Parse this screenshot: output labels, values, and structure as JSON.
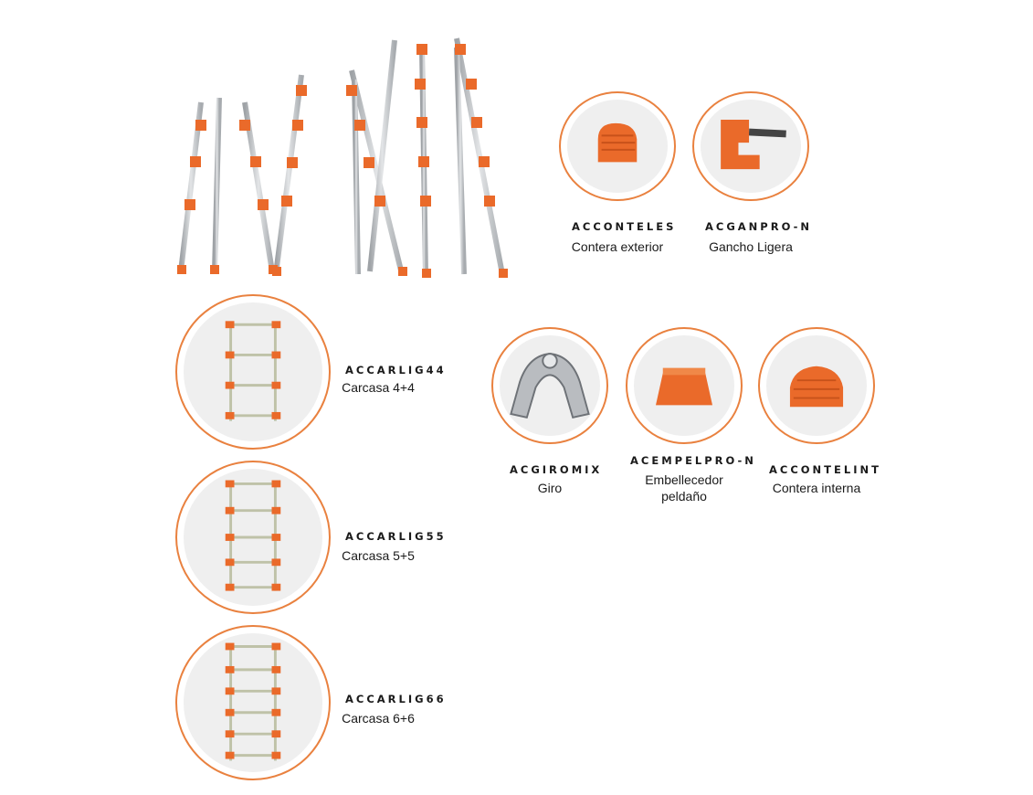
{
  "colors": {
    "accent": "#e9813f",
    "orange_part": "#ea6a2a",
    "aluminium": "#c9cbcd"
  },
  "hero": {
    "image": "three-telescopic-ladders"
  },
  "accessories": [
    {
      "code": "ACCONTELES",
      "name": "Contera exterior",
      "icon": "outer-foot-cap"
    },
    {
      "code": "ACGANPRO-N",
      "name": "Gancho Ligera",
      "icon": "hook"
    },
    {
      "code": "ACGIROMIX",
      "name": "Giro",
      "icon": "hinge"
    },
    {
      "code": "ACEMPELPRO-N",
      "name_line1": "Embellecedor",
      "name_line2": "peldaño",
      "icon": "step-cap"
    },
    {
      "code": "ACCONTELINT",
      "name": "Contera interna",
      "icon": "inner-foot-cap"
    }
  ],
  "carcasas": [
    {
      "code": "ACCARLIG44",
      "name": "Carcasa 4+4",
      "rungs": 4
    },
    {
      "code": "ACCARLIG55",
      "name": "Carcasa 5+5",
      "rungs": 5
    },
    {
      "code": "ACCARLIG66",
      "name": "Carcasa 6+6",
      "rungs": 6
    }
  ]
}
